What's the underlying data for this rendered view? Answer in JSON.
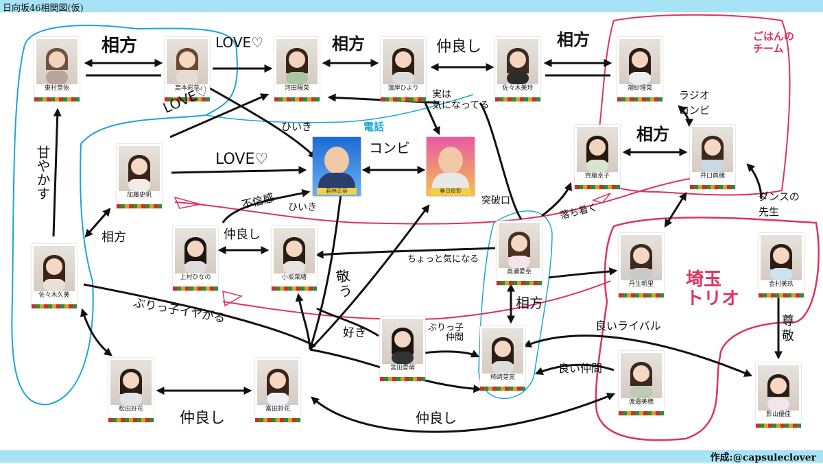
{
  "header": {
    "title": "日向坂46相関図(仮)"
  },
  "footer": {
    "credit": "作成:@capsuleclover"
  },
  "members": [
    {
      "id": "higashimura",
      "name": "東村芽依"
    },
    {
      "id": "takamoto",
      "name": "高本彩花"
    },
    {
      "id": "kawata",
      "name": "河田陽菜"
    },
    {
      "id": "hamagishi",
      "name": "濱岸ひより"
    },
    {
      "id": "sasaki_mirei",
      "name": "佐々木美玲"
    },
    {
      "id": "ushio",
      "name": "潮紗理菜"
    },
    {
      "id": "saito",
      "name": "齊藤京子"
    },
    {
      "id": "iguchi",
      "name": "井口眞緒"
    },
    {
      "id": "kato",
      "name": "加藤史帆"
    },
    {
      "id": "kamimura",
      "name": "上村ひなの"
    },
    {
      "id": "kosaka",
      "name": "小坂菜緒"
    },
    {
      "id": "takase",
      "name": "高瀬愛奈"
    },
    {
      "id": "nibu",
      "name": "丹生明里"
    },
    {
      "id": "kanemura",
      "name": "金村美玖"
    },
    {
      "id": "sasaki_kumi",
      "name": "佐々木久美"
    },
    {
      "id": "miyata",
      "name": "宮田愛萌"
    },
    {
      "id": "kakizaki",
      "name": "柿崎芽実"
    },
    {
      "id": "watanabe",
      "name": "渡邉美穂"
    },
    {
      "id": "matsuda",
      "name": "松田好花"
    },
    {
      "id": "tomita",
      "name": "富田鈴花"
    },
    {
      "id": "kageyama",
      "name": "影山優佳"
    }
  ],
  "comedians": [
    {
      "id": "wakabayashi",
      "name": "若林正恭"
    },
    {
      "id": "kasuga",
      "name": "春日俊彰"
    }
  ],
  "labels": {
    "aikata_1": "相方",
    "love_1": "LOVE♡",
    "aikata_2": "相方",
    "nakayoshi_1": "仲良し",
    "aikata_3": "相方",
    "gohan_team": "ごはんの\nチーム",
    "jitsuha": "実は\n気になってる",
    "radio": "ラジオ\nコンビ",
    "love_2": "LOVE♡",
    "hiiki_1": "ひいき",
    "denwa": "電話",
    "aikata_4": "相方",
    "amayakasu": "甘やかす",
    "love_3": "LOVE♡",
    "konbi": "コンビ",
    "fushinkan": "不信感",
    "hiiki_2": "ひいき",
    "toppakou": "突破口",
    "ochitsuku": "落ち着く",
    "dance": "ダンスの\n先生",
    "aikata_5": "相方",
    "nakayoshi_2": "仲良し",
    "chotto": "ちょっと気になる",
    "saitama": "埼玉\nトリオ",
    "kei": "敬\nう",
    "burikko_iya": "ぶりっ子イヤがる",
    "aikata_6": "相方",
    "suki": "好き",
    "burikko_nakama": "ぶりっ子\n仲間",
    "rival": "良いライバル",
    "sonkei": "尊\n敬",
    "nakama": "良い仲間",
    "nakayoshi_3": "仲良し",
    "nakayoshi_4": "仲良し"
  },
  "colors": {
    "black": "#111111",
    "pink": "#e0315f",
    "blue": "#1aa6d8",
    "bar": "#a7e2f5"
  }
}
